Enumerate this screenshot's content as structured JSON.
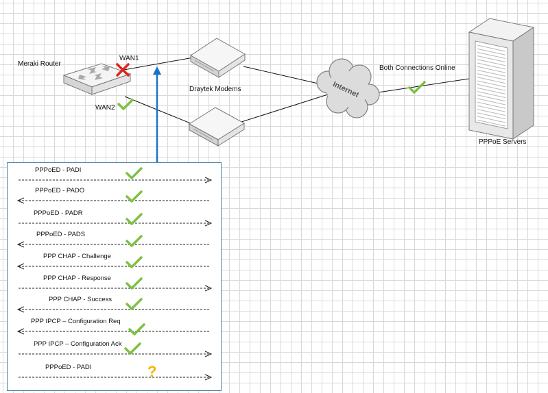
{
  "labels": {
    "router": "Meraki Router",
    "wan1": "WAN1",
    "wan2": "WAN2",
    "modems": "Draytek Modems",
    "internet": "Internet",
    "connections": "Both Connections Online",
    "servers": "PPPoE Servers"
  },
  "colors": {
    "check": "#7dc142",
    "cross": "#e2231a",
    "question": "#f5b400",
    "arrow": "#1a73c9",
    "panel_border": "#4d86a8"
  },
  "messages": [
    {
      "label": "PPPoED - PADI",
      "direction": "right",
      "status": "ok"
    },
    {
      "label": "PPPoED - PADO",
      "direction": "left",
      "status": "ok"
    },
    {
      "label": "PPPoED - PADR",
      "direction": "right",
      "status": "ok"
    },
    {
      "label": "PPPoED - PADS",
      "direction": "left",
      "status": "ok"
    },
    {
      "label": "PPP CHAP - Challenge",
      "direction": "left",
      "status": "ok"
    },
    {
      "label": "PPP CHAP - Response",
      "direction": "right",
      "status": "ok"
    },
    {
      "label": "PPP CHAP - Success",
      "direction": "left",
      "status": "ok"
    },
    {
      "label": "PPP IPCP – Configuration Req",
      "direction": "left",
      "status": "ok"
    },
    {
      "label": "PPP IPCP – Configuration Ack",
      "direction": "right",
      "status": "ok"
    },
    {
      "label": "PPPoED - PADI",
      "direction": "right",
      "status": "unknown"
    }
  ],
  "unknown_glyph": "?"
}
